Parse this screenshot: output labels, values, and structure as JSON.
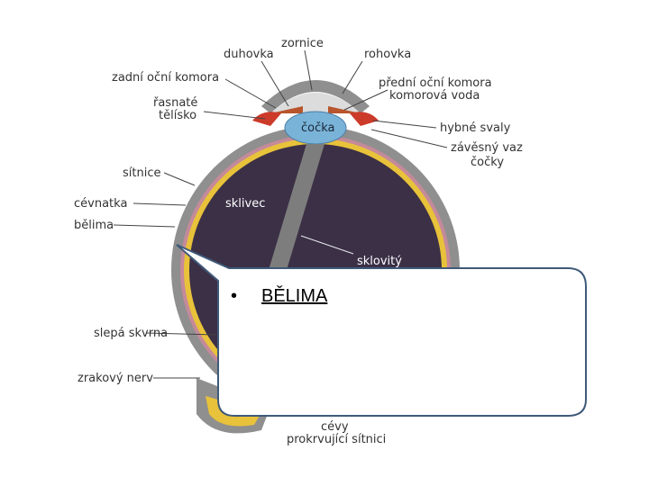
{
  "labels": {
    "zornice": "zornice",
    "duhovka": "duhovka",
    "rohovka": "rohovka",
    "zadni_ocni_komora": "zadní oční komora",
    "predni_ocni_komora_1": "přední oční komora",
    "predni_ocni_komora_2": "komorová voda",
    "rasnate_1": "řasnaté",
    "rasnate_2": "tělísko",
    "cocka": "čočka",
    "hybne_svaly": "hybné svaly",
    "zavesny_1": "závěsný vaz",
    "zavesny_2": "čočky",
    "sitnice": "sítnice",
    "cevnatka": "cévnatka",
    "sklivec": "sklivec",
    "belima": "bělima",
    "sklovity": "sklovitý",
    "slepa_skvrna": "slepá skvrna",
    "zrakovy_nerv": "zrakový nerv",
    "cevy_1": "cévy",
    "cevy_2": "prokrvující sítnici"
  },
  "callout": {
    "bullet": "•",
    "title": "BĚLIMA"
  },
  "colors": {
    "sclera": "#8f8f8f",
    "choroid": "#c58a9a",
    "retina": "#e8c23a",
    "vitreous": "#3b3046",
    "lens": "#7ab3d8",
    "iris": "#b8552c",
    "muscle": "#cc3a2a",
    "callout_border": "#3f5a7a"
  }
}
